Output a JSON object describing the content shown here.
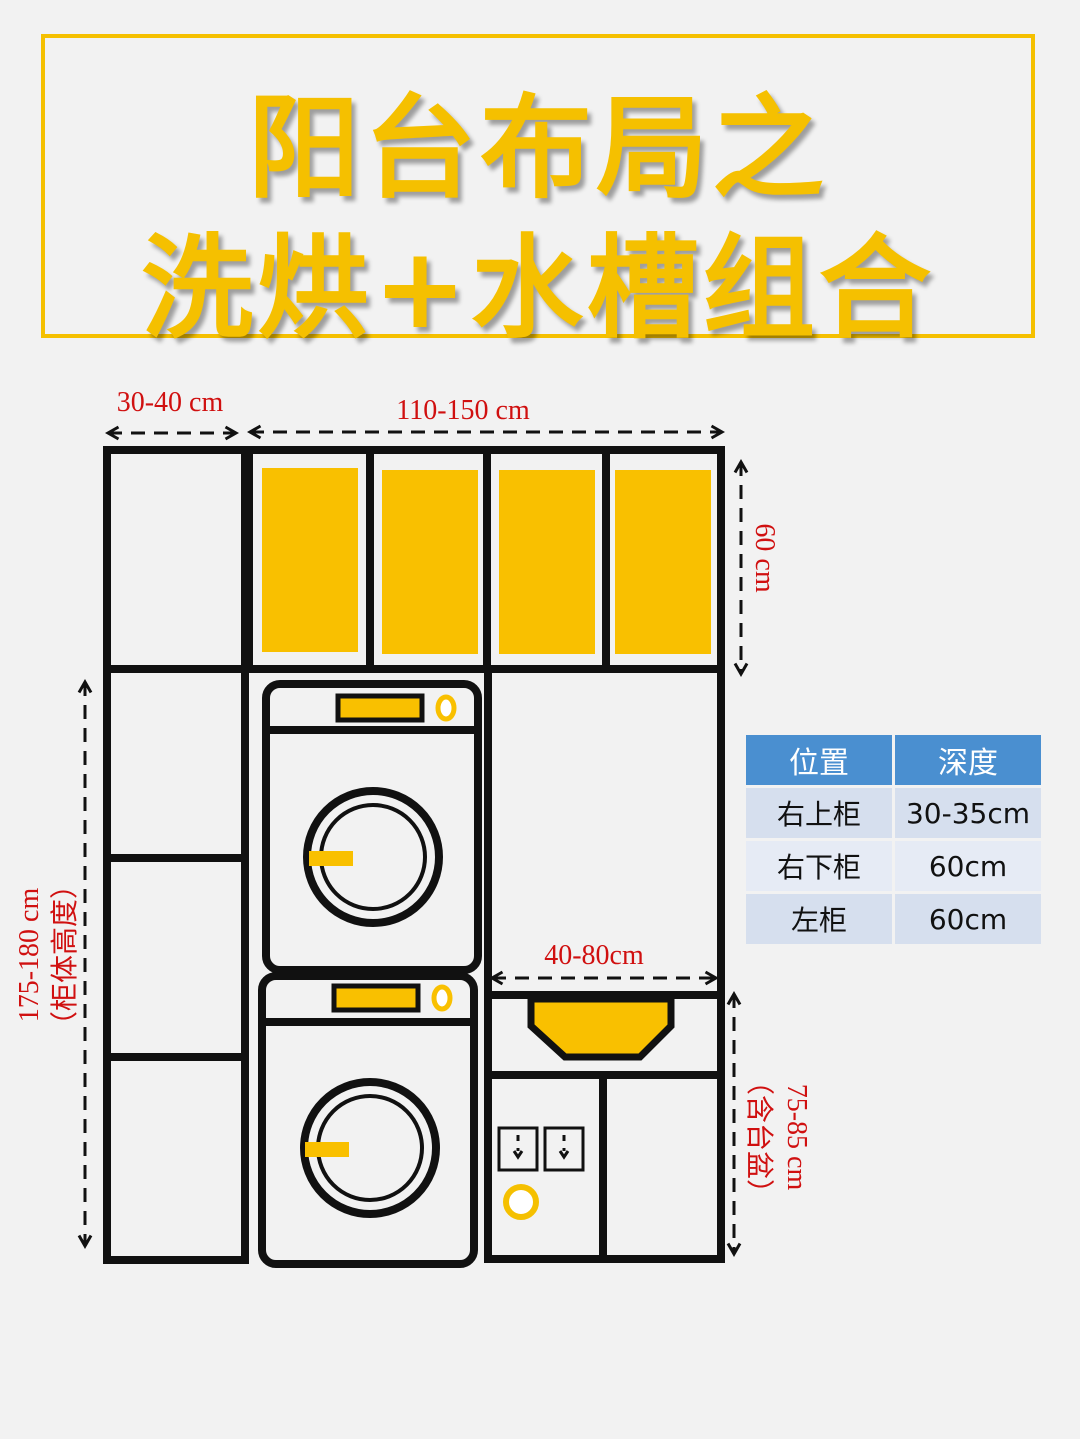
{
  "title": {
    "line1": "阳台布局之",
    "line2": "洗烘+水槽组合"
  },
  "dimensions": {
    "left_width": "30-40 cm",
    "top_width": "110-150 cm",
    "upper_height": "60 cm",
    "total_height": "175-180 cm",
    "total_height_note": "（柜体高度）",
    "sink_width": "40-80cm",
    "sink_height": "75-85 cm",
    "sink_height_note": "（含台盆）"
  },
  "depth_table": {
    "headers": [
      "位置",
      "深度"
    ],
    "rows": [
      [
        "右上柜",
        "30-35cm"
      ],
      [
        "右下柜",
        "60cm"
      ],
      [
        "左柜",
        "60cm"
      ]
    ]
  },
  "colors": {
    "accent": "#f5c000",
    "dimension": "#d01010",
    "table_header": "#4a8fd0"
  }
}
